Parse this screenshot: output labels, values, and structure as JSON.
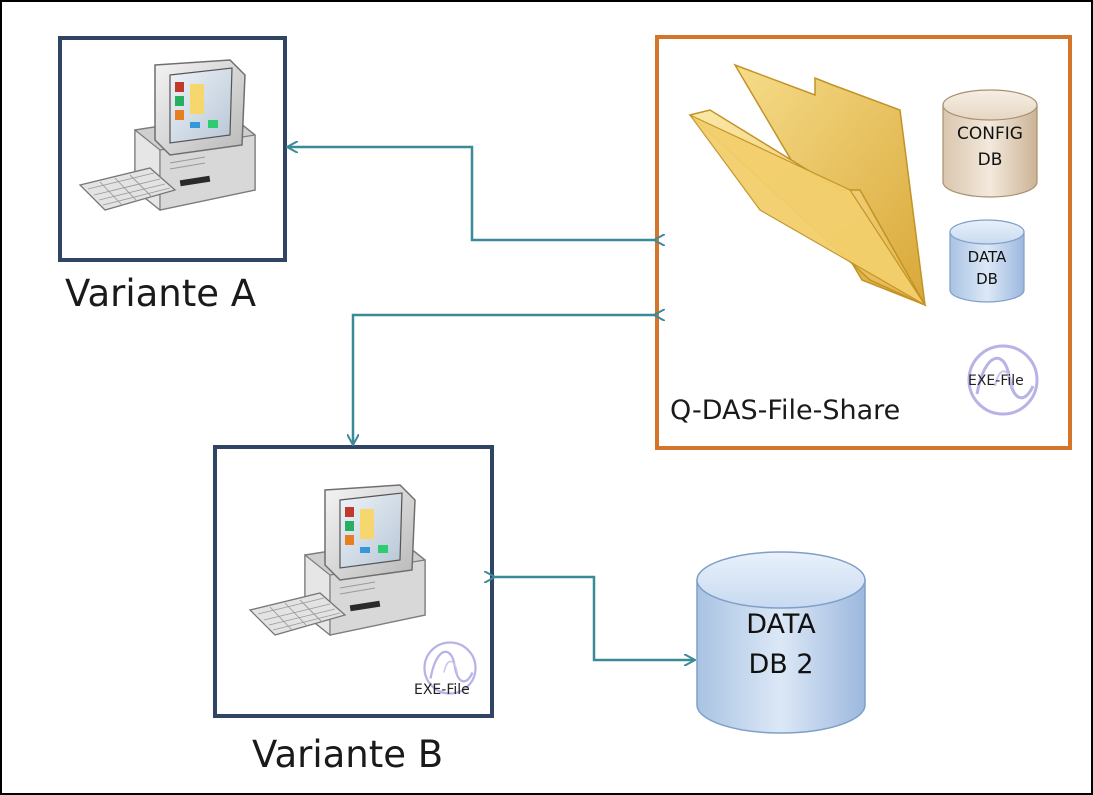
{
  "variant_a": {
    "label": "Variante A"
  },
  "variant_b": {
    "label": "Variante B",
    "exe_label": "EXE-File"
  },
  "file_share": {
    "label": "Q-DAS-File-Share",
    "config_db": {
      "line1": "CONFIG",
      "line2": "DB"
    },
    "data_db": {
      "line1": "DATA",
      "line2": "DB"
    },
    "exe_label": "EXE-File"
  },
  "data_db2": {
    "line1": "DATA",
    "line2": "DB 2"
  },
  "colors": {
    "variant_border": "#2f4563",
    "share_border": "#d4752a",
    "connector": "#3a8a99",
    "frame": "#000000"
  }
}
